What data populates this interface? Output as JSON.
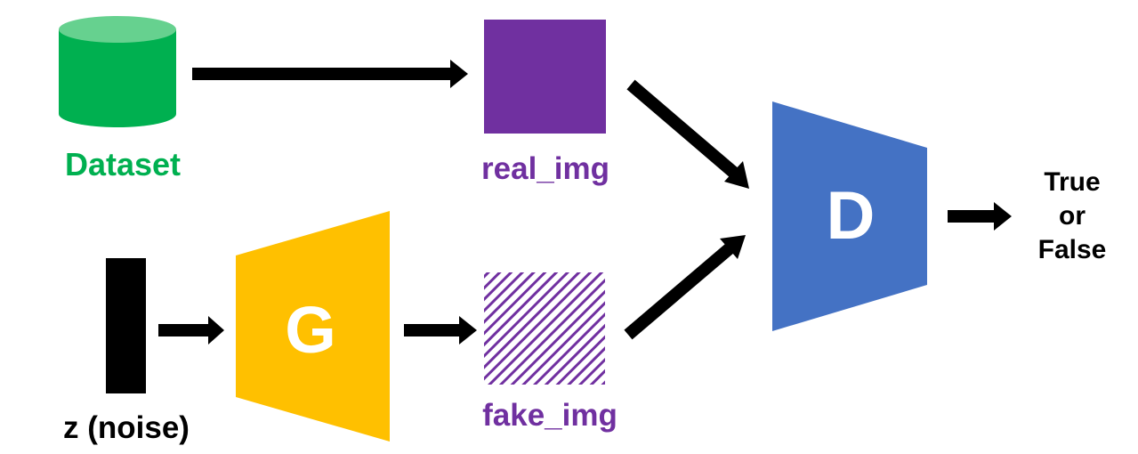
{
  "diagram": {
    "dataset": {
      "label": "Dataset",
      "icon": "database-icon",
      "color": "#00B050"
    },
    "real_img": {
      "label": "real_img",
      "color": "#7030A0"
    },
    "fake_img": {
      "label": "fake_img",
      "color": "#7030A0"
    },
    "noise": {
      "label": "z (noise)",
      "color": "#000000"
    },
    "generator": {
      "label": "G",
      "color": "#FFC000"
    },
    "discriminator": {
      "label": "D",
      "color": "#4472C4"
    },
    "output": {
      "line1": "True",
      "line2": "or",
      "line3": "False"
    }
  }
}
